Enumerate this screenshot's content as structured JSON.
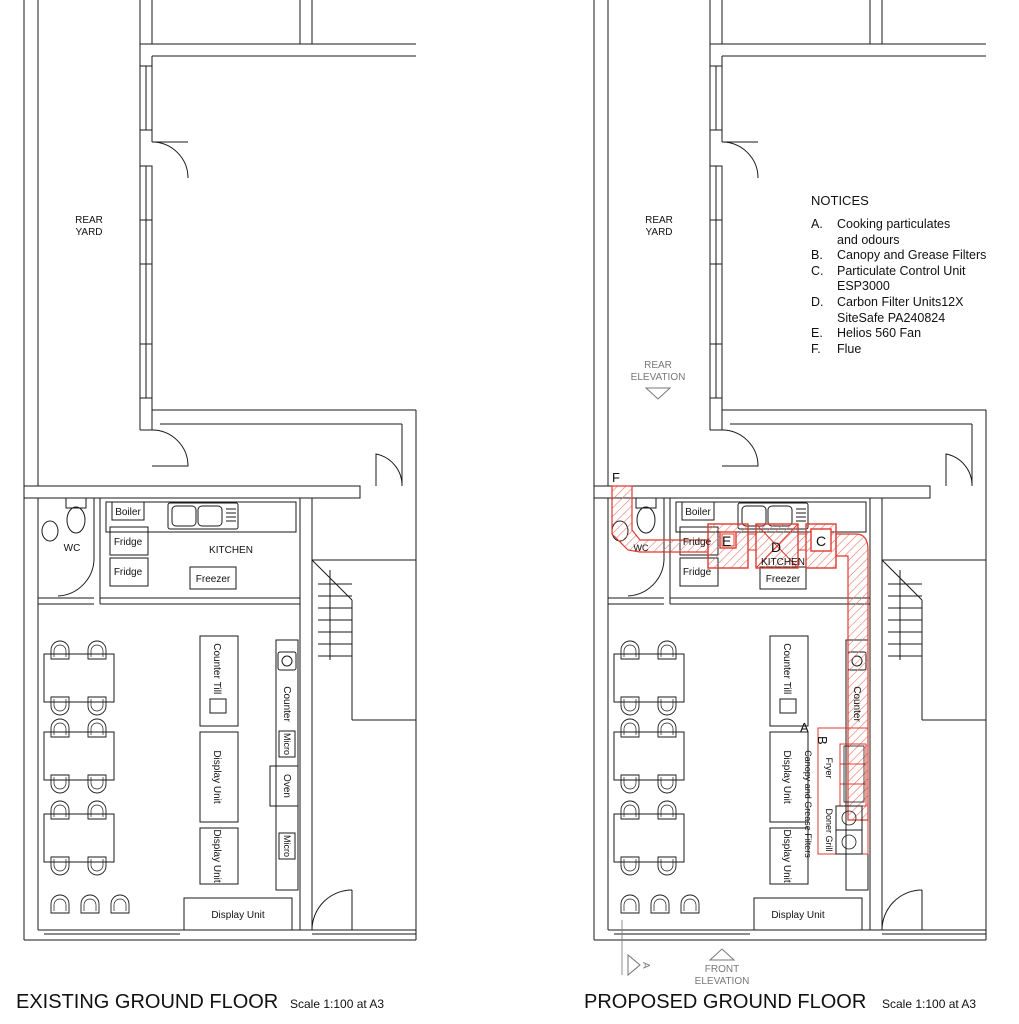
{
  "existing": {
    "title": "EXISTING GROUND FLOOR",
    "scale": "Scale 1:100   at A3",
    "rooms": {
      "rear_yard_1": "REAR",
      "rear_yard_2": "YARD",
      "wc": "WC",
      "kitchen": "KITCHEN"
    },
    "fixtures": {
      "boiler": "Boiler",
      "fridge_1": "Fridge",
      "fridge_2": "Fridge",
      "freezer": "Freezer",
      "counter_left": "Counter",
      "till": "Till",
      "counter_right": "Counter",
      "micro_1": "Micro",
      "oven": "Oven",
      "micro_2": "Micro",
      "display_unit_1": "Display Unit",
      "display_unit_2": "Display Unit",
      "display_unit_3": "Display Unit"
    }
  },
  "proposed": {
    "title": "PROPOSED GROUND FLOOR",
    "scale": "Scale 1:100   at A3",
    "rooms": {
      "rear_yard_1": "REAR",
      "rear_yard_2": "YARD",
      "wc": "WC",
      "kitchen": "KITCHEN"
    },
    "fixtures": {
      "boiler": "Boiler",
      "fridge_1": "Fridge",
      "fridge_2": "Fridge",
      "freezer": "Freezer",
      "counter_left": "Counter",
      "till": "Till",
      "counter_right": "Counter",
      "display_unit_1": "Display Unit",
      "display_unit_2": "Display Unit",
      "display_unit_3": "Display Unit",
      "fryer": "Fryer",
      "doner_grill": "Doner Grill",
      "canopy_filters": "Canopy and Grease Filters"
    },
    "elevations": {
      "rear_1": "REAR",
      "rear_2": "ELEVATION",
      "front_1": "FRONT",
      "front_2": "ELEVATION",
      "section": "A"
    },
    "markers": {
      "a": "A",
      "b": "B",
      "c": "C",
      "d": "D",
      "e": "E",
      "f": "F"
    },
    "notices": {
      "heading": "NOTICES",
      "items": [
        {
          "key": "A.",
          "line1": "Cooking particulates",
          "line2": "and odours"
        },
        {
          "key": "B.",
          "line1": "Canopy and Grease Filters",
          "line2": ""
        },
        {
          "key": "C.",
          "line1": "Particulate Control Unit",
          "line2": "ESP3000"
        },
        {
          "key": "D.",
          "line1": "Carbon Filter Units12X",
          "line2": "SiteSafe PA240824"
        },
        {
          "key": "E.",
          "line1": "Helios 560 Fan",
          "line2": ""
        },
        {
          "key": "F.",
          "line1": "Flue",
          "line2": ""
        }
      ]
    }
  },
  "colors": {
    "line": "#1a1a1a",
    "duct": "#e03a2f",
    "hatch": "#f0a49c"
  }
}
